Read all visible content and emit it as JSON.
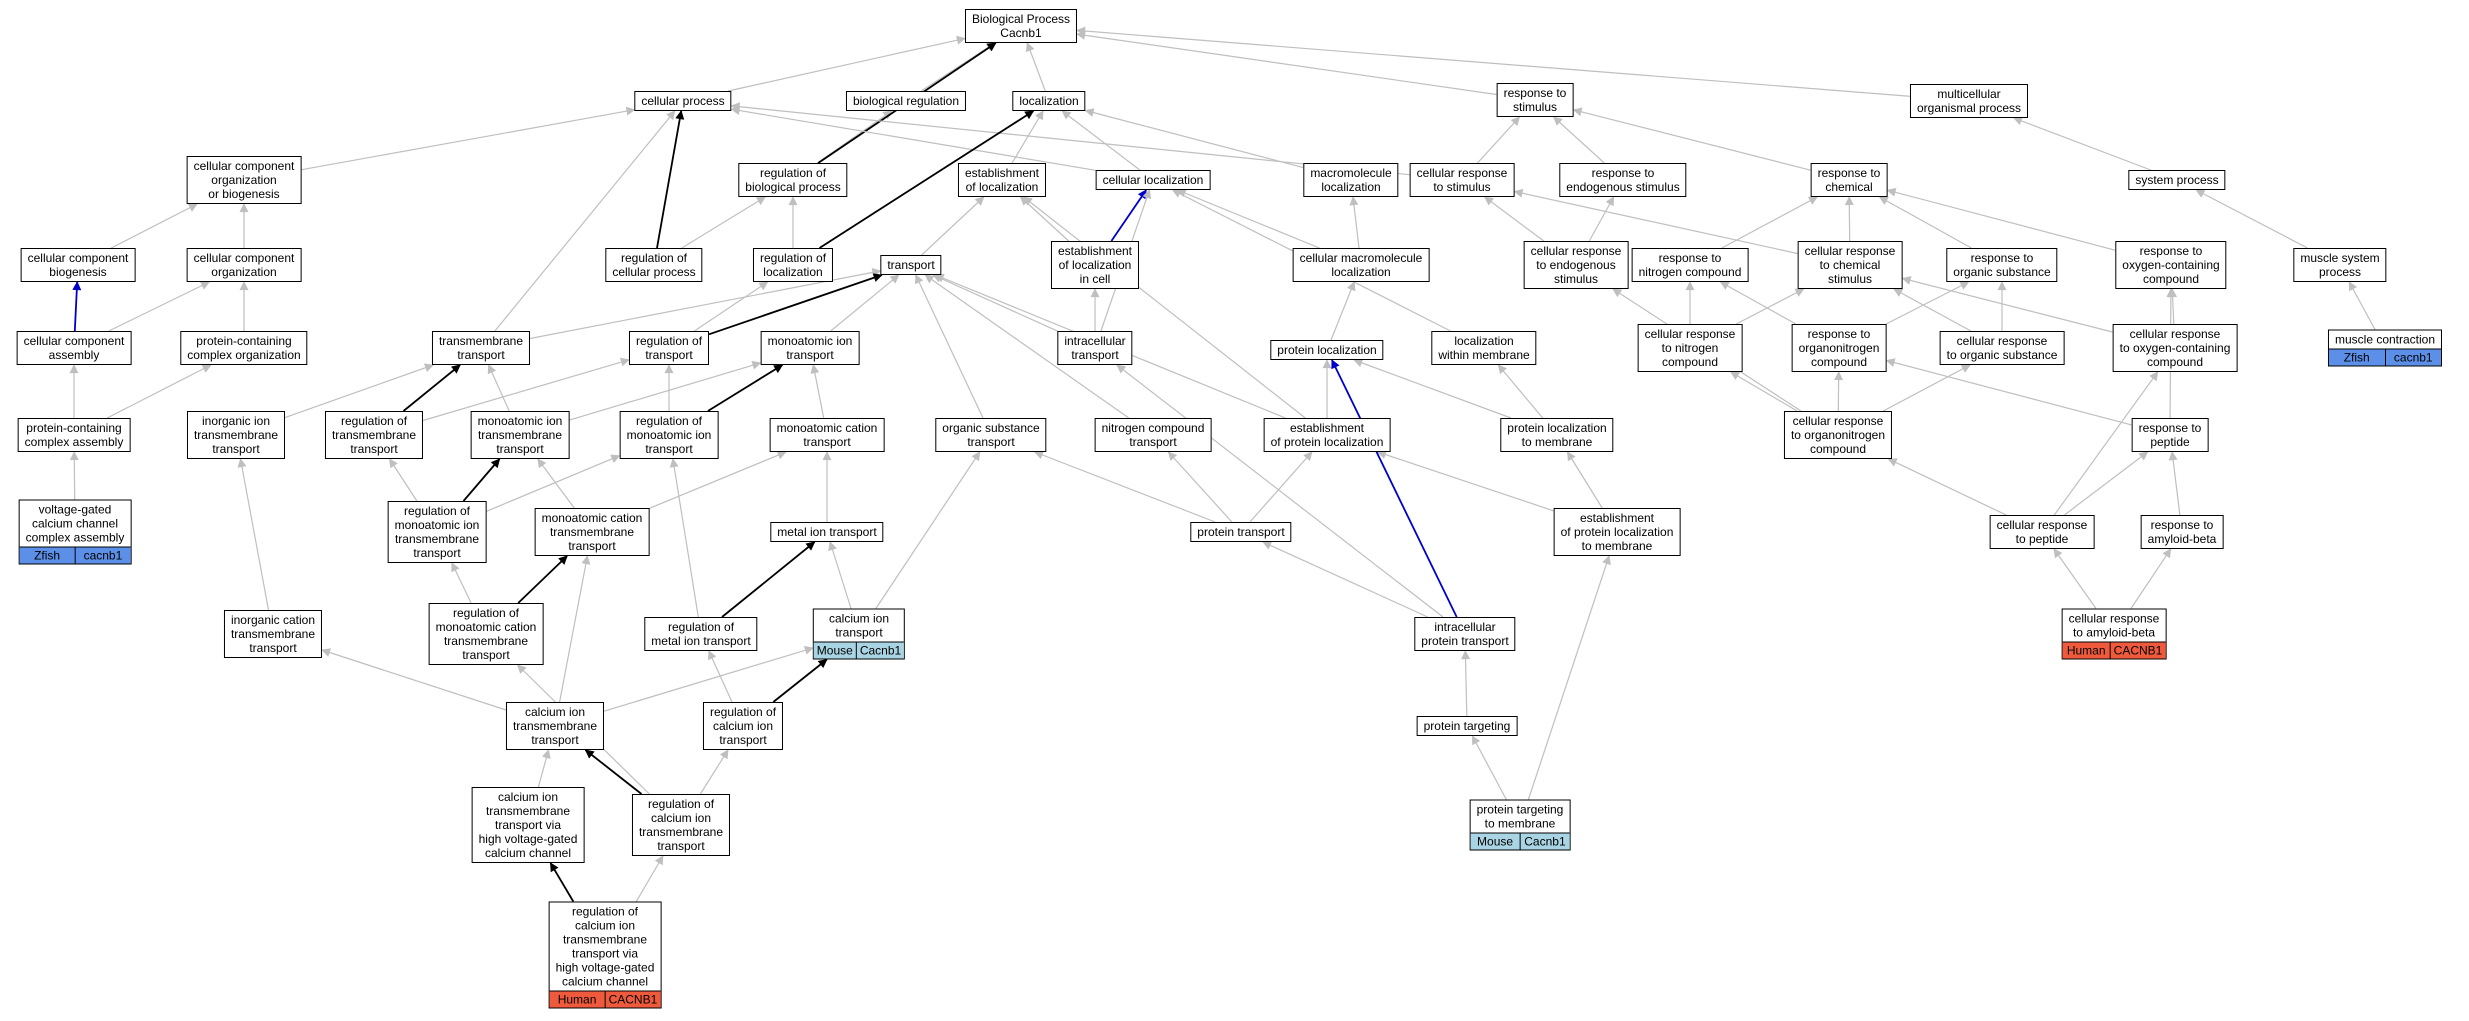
{
  "diagram": {
    "colors": {
      "edge_default": "#bfbfbf",
      "edge_black": "#000000",
      "edge_blue": "#0000cc",
      "tag_zfish": "#5b8fe8",
      "tag_mouse": "#a9d4e3",
      "tag_human": "#f05a3c"
    },
    "nodes": [
      {
        "id": "bp",
        "label": "Biological Process\nCacnb1"
      },
      {
        "id": "cp",
        "label": "cellular process"
      },
      {
        "id": "breg",
        "label": "biological regulation"
      },
      {
        "id": "loc",
        "label": "localization"
      },
      {
        "id": "rts",
        "label": "response to\nstimulus"
      },
      {
        "id": "mop",
        "label": "multicellular\norganismal process"
      },
      {
        "id": "ccob",
        "label": "cellular component\norganization\nor biogenesis"
      },
      {
        "id": "rbp",
        "label": "regulation of\nbiological process"
      },
      {
        "id": "eol",
        "label": "establishment\nof localization"
      },
      {
        "id": "cl",
        "label": "cellular localization"
      },
      {
        "id": "ml",
        "label": "macromolecule\nlocalization"
      },
      {
        "id": "crs",
        "label": "cellular response\nto stimulus"
      },
      {
        "id": "res",
        "label": "response to\nendogenous stimulus"
      },
      {
        "id": "rch",
        "label": "response to\nchemical"
      },
      {
        "id": "sp",
        "label": "system process"
      },
      {
        "id": "ccb",
        "label": "cellular component\nbiogenesis"
      },
      {
        "id": "cco",
        "label": "cellular component\norganization"
      },
      {
        "id": "rcp",
        "label": "regulation of\ncellular process"
      },
      {
        "id": "rloc",
        "label": "regulation of\nlocalization"
      },
      {
        "id": "tr",
        "label": "transport"
      },
      {
        "id": "eolc",
        "label": "establishment\nof localization\nin cell"
      },
      {
        "id": "cml",
        "label": "cellular macromolecule\nlocalization"
      },
      {
        "id": "cres",
        "label": "cellular response\nto endogenous\nstimulus"
      },
      {
        "id": "rnc",
        "label": "response to\nnitrogen compound"
      },
      {
        "id": "crcs",
        "label": "cellular response\nto chemical\nstimulus"
      },
      {
        "id": "ros",
        "label": "response to\norganic substance"
      },
      {
        "id": "rocc",
        "label": "response to\noxygen-containing\ncompound"
      },
      {
        "id": "msp",
        "label": "muscle system\nprocess"
      },
      {
        "id": "cca",
        "label": "cellular component\nassembly"
      },
      {
        "id": "pcco",
        "label": "protein-containing\ncomplex organization"
      },
      {
        "id": "tmt",
        "label": "transmembrane\ntransport"
      },
      {
        "id": "rtr",
        "label": "regulation of\ntransport"
      },
      {
        "id": "mit",
        "label": "monoatomic ion\ntransport"
      },
      {
        "id": "it",
        "label": "intracellular\ntransport"
      },
      {
        "id": "pl",
        "label": "protein localization"
      },
      {
        "id": "lwm",
        "label": "localization\nwithin membrane"
      },
      {
        "id": "crnc",
        "label": "cellular response\nto nitrogen\ncompound"
      },
      {
        "id": "roc",
        "label": "response to\norganonitrogen\ncompound"
      },
      {
        "id": "cros",
        "label": "cellular response\nto organic substance"
      },
      {
        "id": "crocc",
        "label": "cellular response\nto oxygen-containing\ncompound"
      },
      {
        "id": "mc",
        "label": "muscle contraction",
        "tags": [
          {
            "text": "Zfish",
            "color": "#5b8fe8"
          },
          {
            "text": "cacnb1",
            "color": "#5b8fe8"
          }
        ]
      },
      {
        "id": "pcca",
        "label": "protein-containing\ncomplex assembly"
      },
      {
        "id": "iit",
        "label": "inorganic ion\ntransmembrane\ntransport"
      },
      {
        "id": "rtmt",
        "label": "regulation of\ntransmembrane\ntransport"
      },
      {
        "id": "mitmt",
        "label": "monoatomic ion\ntransmembrane\ntransport"
      },
      {
        "id": "rmit",
        "label": "regulation of\nmonoatomic ion\ntransport"
      },
      {
        "id": "mct",
        "label": "monoatomic cation\ntransport"
      },
      {
        "id": "ost",
        "label": "organic substance\ntransport"
      },
      {
        "id": "nct",
        "label": "nitrogen compound\ntransport"
      },
      {
        "id": "epl",
        "label": "establishment\nof protein localization"
      },
      {
        "id": "plm",
        "label": "protein localization\nto membrane"
      },
      {
        "id": "croc",
        "label": "cellular response\nto organonitrogen\ncompound"
      },
      {
        "id": "rpep",
        "label": "response to\npeptide"
      },
      {
        "id": "vgcc",
        "label": "voltage-gated\ncalcium channel\ncomplex assembly",
        "tags": [
          {
            "text": "Zfish",
            "color": "#5b8fe8"
          },
          {
            "text": "cacnb1",
            "color": "#5b8fe8"
          }
        ]
      },
      {
        "id": "rmitmt",
        "label": "regulation of\nmonoatomic ion\ntransmembrane\ntransport"
      },
      {
        "id": "mctmt",
        "label": "monoatomic cation\ntransmembrane\ntransport"
      },
      {
        "id": "mtt",
        "label": "metal ion transport"
      },
      {
        "id": "ptr",
        "label": "protein transport"
      },
      {
        "id": "eplm",
        "label": "establishment\nof protein localization\nto membrane"
      },
      {
        "id": "crpep",
        "label": "cellular response\nto peptide"
      },
      {
        "id": "rab",
        "label": "response to\namyloid-beta"
      },
      {
        "id": "ictmt",
        "label": "inorganic cation\ntransmembrane\ntransport"
      },
      {
        "id": "rmctmt",
        "label": "regulation of\nmonoatomic cation\ntransmembrane\ntransport"
      },
      {
        "id": "rmet",
        "label": "regulation of\nmetal ion transport"
      },
      {
        "id": "cit",
        "label": "calcium ion\ntransport",
        "tags": [
          {
            "text": "Mouse",
            "color": "#a9d4e3"
          },
          {
            "text": "Cacnb1",
            "color": "#a9d4e3"
          }
        ]
      },
      {
        "id": "ipt",
        "label": "intracellular\nprotein transport"
      },
      {
        "id": "crab",
        "label": "cellular response\nto amyloid-beta",
        "tags": [
          {
            "text": "Human",
            "color": "#f05a3c"
          },
          {
            "text": "CACNB1",
            "color": "#f05a3c"
          }
        ]
      },
      {
        "id": "citmt",
        "label": "calcium ion\ntransmembrane\ntransport"
      },
      {
        "id": "rcit",
        "label": "regulation of\ncalcium ion\ntransport"
      },
      {
        "id": "pt",
        "label": "protein targeting"
      },
      {
        "id": "citvg",
        "label": "calcium ion\ntransmembrane\ntransport via\nhigh voltage-gated\ncalcium channel"
      },
      {
        "id": "rcitmt",
        "label": "regulation of\ncalcium ion\ntransmembrane\ntransport"
      },
      {
        "id": "ptm",
        "label": "protein targeting\nto membrane",
        "tags": [
          {
            "text": "Mouse",
            "color": "#a9d4e3"
          },
          {
            "text": "Cacnb1",
            "color": "#a9d4e3"
          }
        ]
      },
      {
        "id": "rcitvg",
        "label": "regulation of\ncalcium ion\ntransmembrane\ntransport via\nhigh voltage-gated\ncalcium channel",
        "tags": [
          {
            "text": "Human",
            "color": "#f05a3c"
          },
          {
            "text": "CACNB1",
            "color": "#f05a3c"
          }
        ]
      }
    ],
    "edges": [
      [
        "cp",
        "bp",
        "gray"
      ],
      [
        "breg",
        "bp",
        "gray"
      ],
      [
        "loc",
        "bp",
        "gray"
      ],
      [
        "rts",
        "bp",
        "gray"
      ],
      [
        "mop",
        "bp",
        "gray"
      ],
      [
        "ccob",
        "cp",
        "gray"
      ],
      [
        "rbp",
        "breg",
        "gray"
      ],
      [
        "rbp",
        "bp",
        "black"
      ],
      [
        "eol",
        "loc",
        "gray"
      ],
      [
        "cl",
        "loc",
        "gray"
      ],
      [
        "cl",
        "cp",
        "gray"
      ],
      [
        "ml",
        "loc",
        "gray"
      ],
      [
        "crs",
        "cp",
        "gray"
      ],
      [
        "crs",
        "rts",
        "gray"
      ],
      [
        "res",
        "rts",
        "gray"
      ],
      [
        "rch",
        "rts",
        "gray"
      ],
      [
        "sp",
        "mop",
        "gray"
      ],
      [
        "ccb",
        "ccob",
        "gray"
      ],
      [
        "cco",
        "ccob",
        "gray"
      ],
      [
        "rcp",
        "rbp",
        "gray"
      ],
      [
        "rcp",
        "cp",
        "black"
      ],
      [
        "rloc",
        "rbp",
        "gray"
      ],
      [
        "rloc",
        "loc",
        "black"
      ],
      [
        "tr",
        "eol",
        "gray"
      ],
      [
        "eolc",
        "eol",
        "gray"
      ],
      [
        "eolc",
        "cl",
        "blue"
      ],
      [
        "cml",
        "cl",
        "gray"
      ],
      [
        "cml",
        "ml",
        "gray"
      ],
      [
        "cres",
        "crs",
        "gray"
      ],
      [
        "cres",
        "res",
        "gray"
      ],
      [
        "rnc",
        "rch",
        "gray"
      ],
      [
        "crcs",
        "crs",
        "gray"
      ],
      [
        "crcs",
        "rch",
        "gray"
      ],
      [
        "ros",
        "rch",
        "gray"
      ],
      [
        "rocc",
        "rch",
        "gray"
      ],
      [
        "msp",
        "sp",
        "gray"
      ],
      [
        "cca",
        "ccb",
        "blue"
      ],
      [
        "cca",
        "cco",
        "gray"
      ],
      [
        "pcco",
        "cco",
        "gray"
      ],
      [
        "tmt",
        "tr",
        "gray"
      ],
      [
        "tmt",
        "cp",
        "gray"
      ],
      [
        "rtr",
        "rloc",
        "gray"
      ],
      [
        "rtr",
        "tr",
        "black"
      ],
      [
        "mit",
        "tr",
        "gray"
      ],
      [
        "it",
        "tr",
        "gray"
      ],
      [
        "it",
        "eolc",
        "gray"
      ],
      [
        "it",
        "cl",
        "gray"
      ],
      [
        "pl",
        "cml",
        "gray"
      ],
      [
        "lwm",
        "cl",
        "gray"
      ],
      [
        "crnc",
        "rnc",
        "gray"
      ],
      [
        "crnc",
        "crcs",
        "gray"
      ],
      [
        "roc",
        "rnc",
        "gray"
      ],
      [
        "roc",
        "ros",
        "gray"
      ],
      [
        "cros",
        "crcs",
        "gray"
      ],
      [
        "cros",
        "ros",
        "gray"
      ],
      [
        "crocc",
        "rocc",
        "gray"
      ],
      [
        "crocc",
        "crcs",
        "gray"
      ],
      [
        "mc",
        "msp",
        "gray"
      ],
      [
        "pcca",
        "cca",
        "gray"
      ],
      [
        "pcca",
        "pcco",
        "gray"
      ],
      [
        "iit",
        "tmt",
        "gray"
      ],
      [
        "rtmt",
        "rtr",
        "gray"
      ],
      [
        "rtmt",
        "tmt",
        "black"
      ],
      [
        "mitmt",
        "tmt",
        "gray"
      ],
      [
        "mitmt",
        "mit",
        "gray"
      ],
      [
        "rmit",
        "rtr",
        "gray"
      ],
      [
        "rmit",
        "mit",
        "black"
      ],
      [
        "mct",
        "mit",
        "gray"
      ],
      [
        "ost",
        "tr",
        "gray"
      ],
      [
        "nct",
        "tr",
        "gray"
      ],
      [
        "epl",
        "tr",
        "gray"
      ],
      [
        "epl",
        "pl",
        "gray"
      ],
      [
        "epl",
        "eol",
        "gray"
      ],
      [
        "plm",
        "pl",
        "gray"
      ],
      [
        "plm",
        "lwm",
        "gray"
      ],
      [
        "croc",
        "roc",
        "gray"
      ],
      [
        "croc",
        "cros",
        "gray"
      ],
      [
        "croc",
        "cres",
        "gray"
      ],
      [
        "croc",
        "crnc",
        "gray"
      ],
      [
        "rpep",
        "roc",
        "gray"
      ],
      [
        "rpep",
        "rocc",
        "gray"
      ],
      [
        "vgcc",
        "pcca",
        "gray"
      ],
      [
        "rmitmt",
        "rtmt",
        "gray"
      ],
      [
        "rmitmt",
        "rmit",
        "gray"
      ],
      [
        "rmitmt",
        "mitmt",
        "black"
      ],
      [
        "mctmt",
        "mitmt",
        "gray"
      ],
      [
        "mctmt",
        "mct",
        "gray"
      ],
      [
        "mtt",
        "mct",
        "gray"
      ],
      [
        "ptr",
        "ost",
        "gray"
      ],
      [
        "ptr",
        "nct",
        "gray"
      ],
      [
        "ptr",
        "epl",
        "gray"
      ],
      [
        "eplm",
        "epl",
        "gray"
      ],
      [
        "eplm",
        "plm",
        "gray"
      ],
      [
        "crpep",
        "rpep",
        "gray"
      ],
      [
        "crpep",
        "croc",
        "gray"
      ],
      [
        "crpep",
        "crocc",
        "gray"
      ],
      [
        "rab",
        "rpep",
        "gray"
      ],
      [
        "ictmt",
        "iit",
        "gray"
      ],
      [
        "rmctmt",
        "rmitmt",
        "gray"
      ],
      [
        "rmctmt",
        "mctmt",
        "black"
      ],
      [
        "rmet",
        "rmit",
        "gray"
      ],
      [
        "rmet",
        "mtt",
        "black"
      ],
      [
        "cit",
        "mtt",
        "gray"
      ],
      [
        "cit",
        "ost",
        "gray"
      ],
      [
        "ipt",
        "ptr",
        "gray"
      ],
      [
        "ipt",
        "it",
        "gray"
      ],
      [
        "ipt",
        "pl",
        "blue"
      ],
      [
        "crab",
        "crpep",
        "gray"
      ],
      [
        "crab",
        "rab",
        "gray"
      ],
      [
        "citmt",
        "ictmt",
        "gray"
      ],
      [
        "citmt",
        "mctmt",
        "gray"
      ],
      [
        "citmt",
        "cit",
        "gray"
      ],
      [
        "rcit",
        "rmet",
        "gray"
      ],
      [
        "rcit",
        "cit",
        "black"
      ],
      [
        "pt",
        "ipt",
        "gray"
      ],
      [
        "citvg",
        "citmt",
        "gray"
      ],
      [
        "rcitmt",
        "citmt",
        "black"
      ],
      [
        "rcitmt",
        "rcit",
        "gray"
      ],
      [
        "rcitmt",
        "rmctmt",
        "gray"
      ],
      [
        "ptm",
        "pt",
        "gray"
      ],
      [
        "ptm",
        "eplm",
        "gray"
      ],
      [
        "rcitvg",
        "citvg",
        "black"
      ],
      [
        "rcitvg",
        "rcitmt",
        "gray"
      ]
    ]
  }
}
